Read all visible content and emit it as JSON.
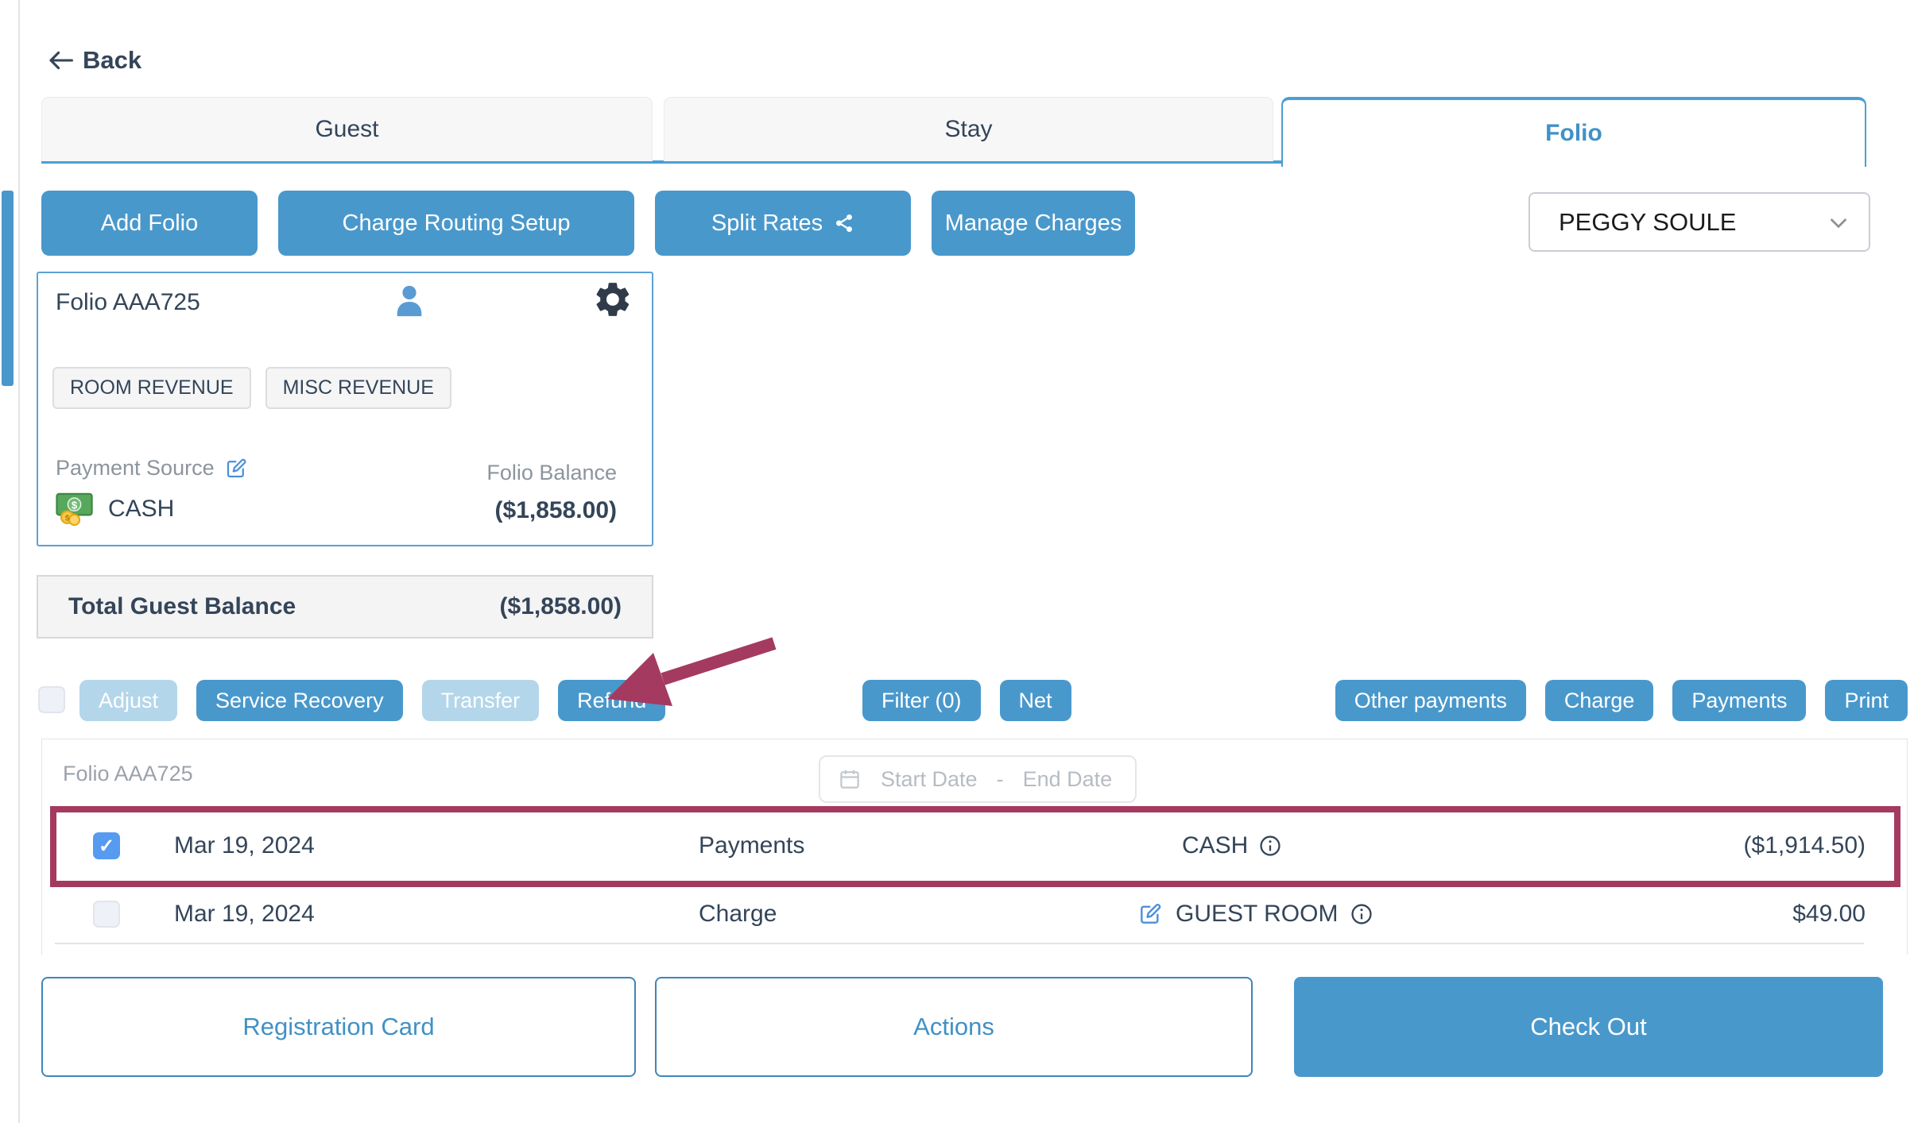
{
  "colors": {
    "primary": "#4998cc",
    "primary-light": "#b3d6ea",
    "accent-blue": "#4191c6",
    "tab-border": "#4a9fd4",
    "card-border": "#5ca1d6",
    "navy": "#344559",
    "gray-text": "#8d949d",
    "placeholder": "#b6bcc4",
    "maroon": "#a43a60",
    "check-blue": "#569bf0"
  },
  "back": {
    "label": "Back"
  },
  "tabs": {
    "guest": "Guest",
    "stay": "Stay",
    "folio": "Folio",
    "active": "Folio"
  },
  "toolbar": {
    "add_folio": "Add Folio",
    "charge_routing_setup": "Charge Routing Setup",
    "split_rates": "Split Rates",
    "manage_charges": "Manage Charges"
  },
  "guest_selector": {
    "value": "PEGGY SOULE"
  },
  "folio_card": {
    "title": "Folio AAA725",
    "tags": [
      "ROOM REVENUE",
      "MISC REVENUE"
    ],
    "payment_source_label": "Payment Source",
    "payment_source_value": "CASH",
    "balance_label": "Folio Balance",
    "balance_value": "($1,858.00)"
  },
  "total_balance": {
    "label": "Total Guest Balance",
    "value": "($1,858.00)"
  },
  "ledger_actions": {
    "adjust": "Adjust",
    "service_recovery": "Service Recovery",
    "transfer": "Transfer",
    "refund": "Refund",
    "filter": "Filter (0)",
    "net": "Net",
    "other_payments": "Other payments",
    "charge": "Charge",
    "payments": "Payments",
    "print": "Print"
  },
  "ledger": {
    "folio_label": "Folio AAA725",
    "date_filter": {
      "start_placeholder": "Start Date",
      "separator": "-",
      "end_placeholder": "End Date"
    },
    "rows": [
      {
        "date": "Mar 19, 2024",
        "type": "Payments",
        "description": "CASH",
        "amount": "($1,914.50)",
        "checked": true,
        "highlighted": true
      },
      {
        "date": "Mar 19, 2024",
        "type": "Charge",
        "description": "GUEST ROOM",
        "amount": "$49.00",
        "checked": false,
        "highlighted": false
      }
    ]
  },
  "footer": {
    "registration_card": "Registration Card",
    "actions": "Actions",
    "check_out": "Check Out"
  }
}
